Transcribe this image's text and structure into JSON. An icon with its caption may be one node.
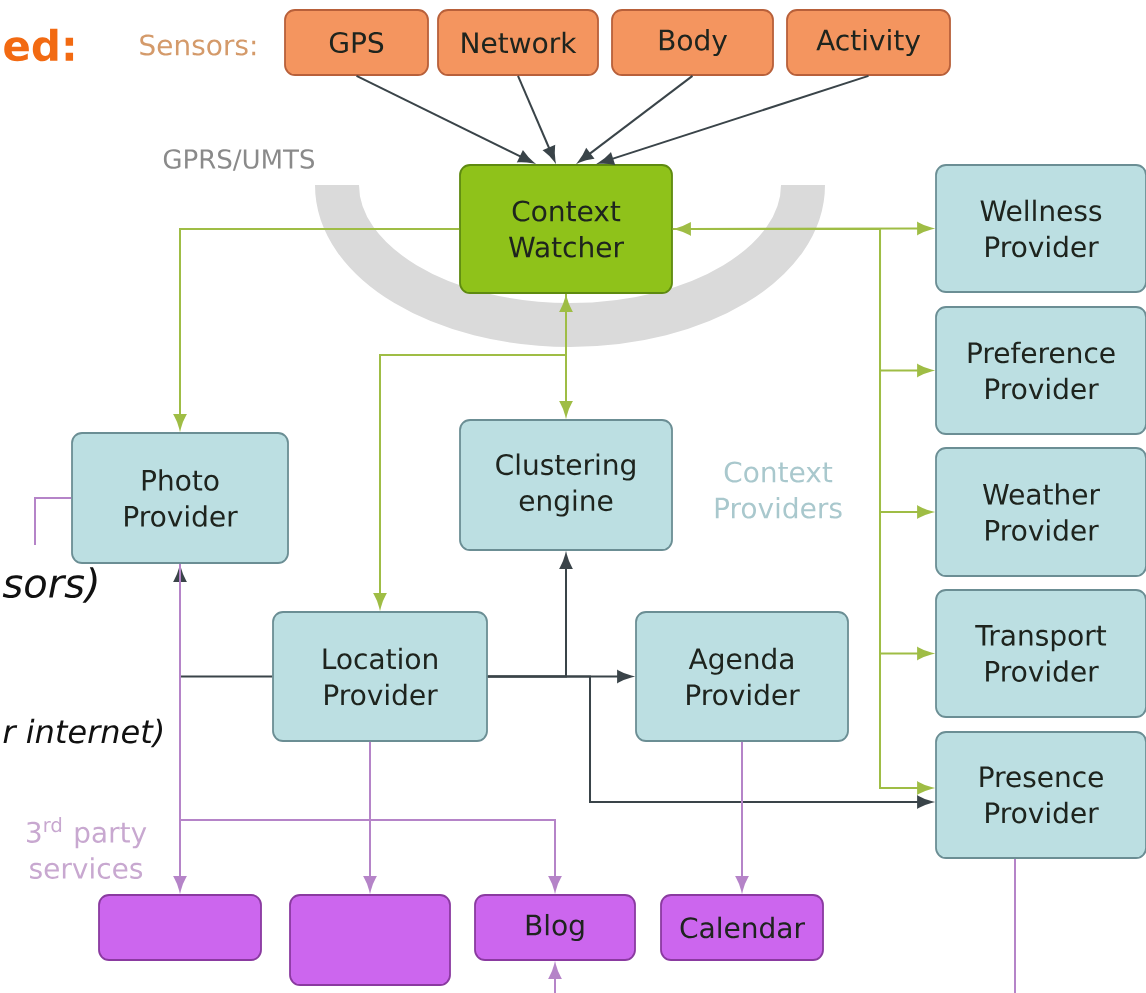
{
  "diagram": {
    "nodes": [
      {
        "text": [
          "GPS"
        ]
      },
      {
        "text": [
          "Network"
        ]
      },
      {
        "text": [
          "Body"
        ]
      },
      {
        "text": [
          "Activity"
        ]
      },
      {
        "text": [
          "Context Watcher"
        ]
      },
      {
        "text": [
          "Wellness Provider"
        ]
      },
      {
        "text": [
          "Preference Provider"
        ]
      },
      {
        "text": [
          "Photo Provider"
        ]
      },
      {
        "text": [
          "Clustering engine"
        ]
      },
      {
        "text": [
          "Weather Provider"
        ]
      },
      {
        "text": [
          "Location Provider"
        ]
      },
      {
        "text": [
          "Agenda Provider"
        ]
      },
      {
        "text": [
          "Transport Provider"
        ]
      },
      {
        "text": [
          "Presence Provider"
        ]
      },
      {
        "text": [],
        "shape": "box"
      },
      {
        "text": [],
        "shape": "box"
      },
      {
        "text": [
          "Blog"
        ]
      },
      {
        "text": [
          "Calendar"
        ]
      }
    ],
    "edges": [
      {
        "from": 0,
        "to": 4,
        "arrow": "to",
        "color": "#3a4449"
      },
      {
        "from": 1,
        "to": 4,
        "arrow": "to",
        "color": "#3a4449"
      },
      {
        "from": 2,
        "to": 4,
        "arrow": "to",
        "color": "#3a4449"
      },
      {
        "from": 3,
        "to": 4,
        "arrow": "to",
        "color": "#3a4449"
      },
      {
        "from": 4,
        "to": 5,
        "arrow": "both",
        "color": "#9fbd45"
      },
      {
        "from": 4,
        "to": 6,
        "arrow": "to",
        "color": "#9fbd45"
      },
      {
        "from": 4,
        "to": 9,
        "arrow": "to",
        "color": "#9fbd45"
      },
      {
        "from": 4,
        "to": 12,
        "arrow": "to",
        "color": "#9fbd45"
      },
      {
        "from": 4,
        "to": 13,
        "arrow": "to",
        "color": "#9fbd45"
      },
      {
        "from": 4,
        "to": 8,
        "arrow": "both",
        "color": "#9fbd45"
      },
      {
        "from": 4,
        "to": 7,
        "arrow": "to",
        "color": "#9fbd45"
      },
      {
        "from": 4,
        "to": 10,
        "arrow": "to",
        "color": "#9fbd45"
      },
      {
        "from": 10,
        "to": 7,
        "arrow": "to",
        "color": "#3a4449"
      },
      {
        "from": 10,
        "to": 8,
        "arrow": "to",
        "color": "#3a4449"
      },
      {
        "from": 10,
        "to": 11,
        "arrow": "to",
        "color": "#3a4449"
      },
      {
        "from": 10,
        "to": 13,
        "arrow": "to",
        "color": "#3a4449"
      },
      {
        "from": 7,
        "to": 14,
        "arrow": "to",
        "color": "#b584c8"
      },
      {
        "from": 7,
        "to": 16,
        "arrow": "to",
        "color": "#b584c8"
      },
      {
        "from": 10,
        "to": 15,
        "arrow": "to",
        "color": "#b584c8"
      },
      {
        "from": 11,
        "to": 17,
        "arrow": "to",
        "color": "#b584c8"
      },
      {
        "from": 13,
        "to": null,
        "arrow": "none",
        "color": "#b584c8"
      },
      {
        "from": null,
        "to": 16,
        "arrow": "to",
        "color": "#b584c8"
      },
      {
        "from": 7,
        "to": null,
        "arrow": "none",
        "color": "#b584c8"
      }
    ],
    "labels": [
      "ed:",
      "Sensors:",
      "GPRS/UMTS",
      "Context Providers",
      "sors)",
      "r internet)",
      "3$^{rd}$ party services"
    ]
  }
}
